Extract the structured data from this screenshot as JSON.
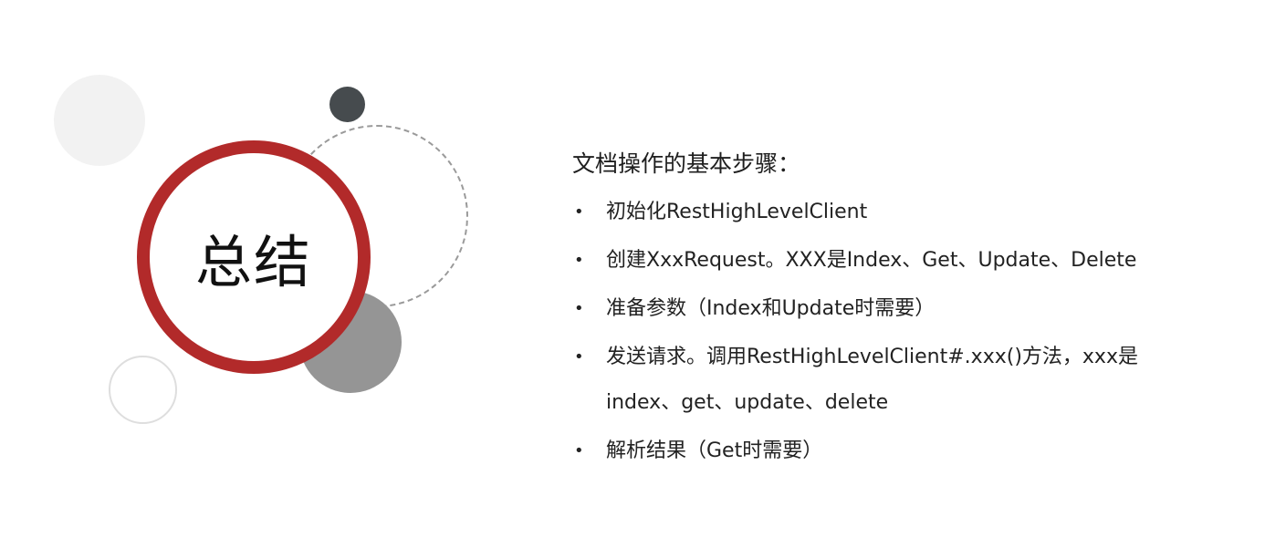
{
  "badge": {
    "title": "总结"
  },
  "summary": {
    "heading": "文档操作的基本步骤：",
    "bullet_glyph": "•",
    "steps": [
      "初始化RestHighLevelClient",
      "创建XxxRequest。XXX是Index、Get、Update、Delete",
      "准备参数（Index和Update时需要）",
      "发送请求。调用RestHighLevelClient#.xxx()方法，xxx是index、get、update、delete",
      "解析结果（Get时需要）"
    ]
  },
  "colors": {
    "accent_ring": "#b22a2a",
    "dark_dot": "#464b4e",
    "gray_disc": "#959595"
  }
}
